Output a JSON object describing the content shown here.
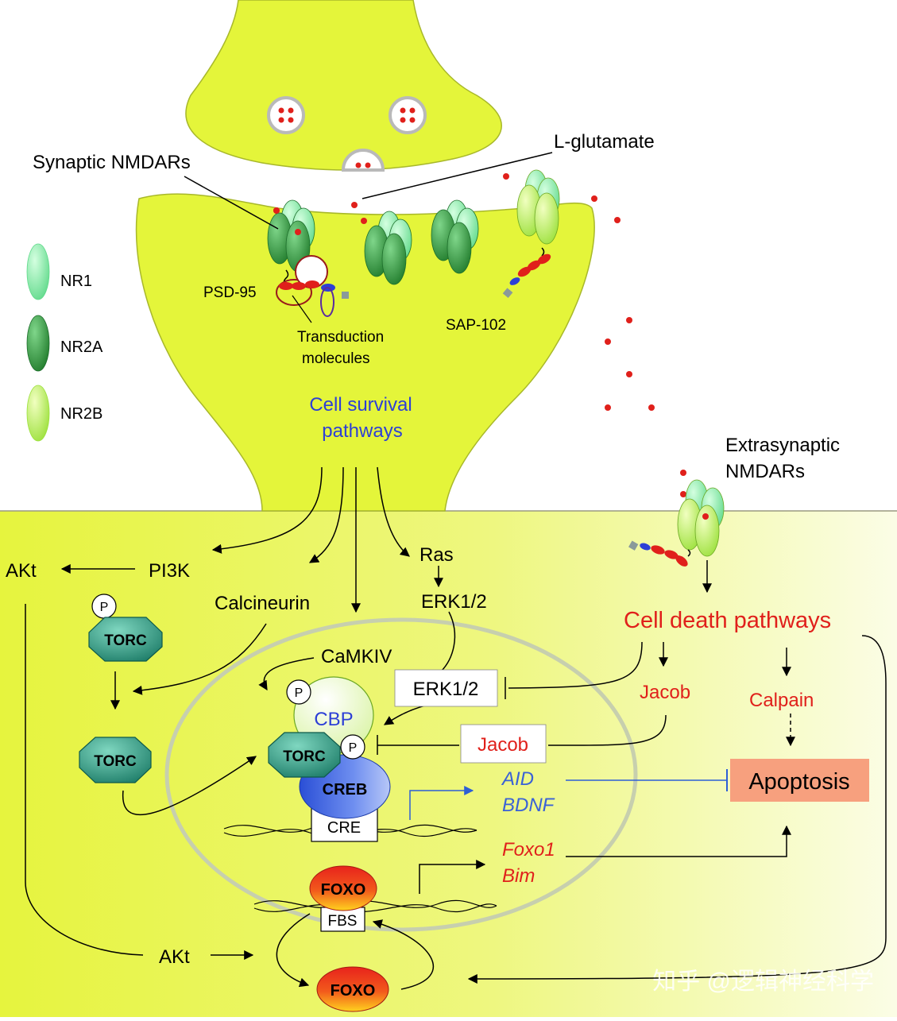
{
  "labels": {
    "synaptic_nmdars": "Synaptic NMDARs",
    "l_glutamate": "L-glutamate",
    "psd95": "PSD-95",
    "transduction": [
      "Transduction",
      "molecules"
    ],
    "sap102": "SAP-102",
    "cell_survival": [
      "Cell survival",
      "pathways"
    ],
    "extrasynaptic": [
      "Extrasynaptic",
      "NMDARs"
    ]
  },
  "legend": [
    {
      "label": "NR1",
      "color": "#8ff0a8"
    },
    {
      "label": "NR2A",
      "color": "#2e9a3c"
    },
    {
      "label": "NR2B",
      "color": "#c8f57a"
    }
  ],
  "signaling": {
    "akt_top": "AKt",
    "pi3k": "PI3K",
    "ras": "Ras",
    "erk_top": "ERK1/2",
    "calcineurin": "Calcineurin",
    "camkiv": "CaMKIV",
    "cell_death": "Cell death pathways",
    "jacob_right": "Jacob",
    "calpain": "Calpain",
    "erk_box": "ERK1/2",
    "jacob_box": "Jacob",
    "apoptosis": "Apoptosis",
    "akt_bottom": "AKt"
  },
  "nucleus": {
    "p": "P",
    "torc": "TORC",
    "cbp": "CBP",
    "creb": "CREB",
    "cre": "CRE",
    "aid": "AID",
    "bdnf": "BDNF",
    "foxo1": "Foxo1",
    "bim": "Bim",
    "foxo": "FOXO",
    "fbs": "FBS"
  },
  "watermark": "知乎 @逻辑神经科学",
  "colors": {
    "neuron": "#e4f53a",
    "red_text": "#e0201b",
    "blue_text": "#2d3fd6",
    "apoptosis_box": "#f7a07e"
  }
}
